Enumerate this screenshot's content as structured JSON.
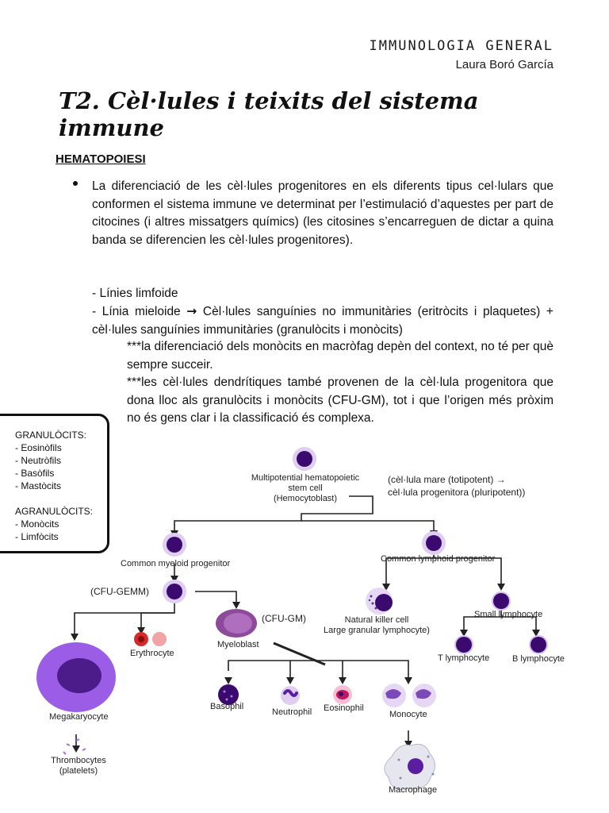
{
  "header": {
    "course": "IMMUNOLOGIA GENERAL",
    "author": "Laura Boró García"
  },
  "title": "T2. Cèl·lules i teixits del sistema immune",
  "section": "HEMATOPOIESI",
  "paragraph": "La diferenciació de les cèl·lules progenitores en els diferents tipus cel·lulars que conformen el sistema immune ve determinat per l’estimulació d’aquestes per part de citocines (i altres missatgers químics) (les citosines s’encarreguen de dictar a quina banda se diferencien les cèl·lules progenitores).",
  "lines": {
    "lymphoid": "-  Línies limfoide",
    "myeloid_prefix": "- Línia mieloide",
    "arrow": "→",
    "myeloid_text": "Cèl·lules sanguínies no immunitàries (eritròcits i plaquetes) + cèl·lules sanguínies immunitàries (granulòcits i monòcits)"
  },
  "notes": {
    "note1": "***la diferenciació dels monòcits en macròfag depèn del context, no té per què sempre succeir.",
    "note2": "***les cèl·lules dendrítiques també provenen de la cèl·lula progenitora que dona lloc als granulòcits i monòcits (CFU-GM), tot i que l’origen més pròxim no és gens clar i la classificació és complexa."
  },
  "legend": {
    "granulocytes_title": "GRANULÒCITS:",
    "granulocytes": [
      "- Eosinòfils",
      "- Neutròfils",
      "- Basòfils",
      "- Mastòcits"
    ],
    "agranulocytes_title": "AGRANULÒCITS:",
    "agranulocytes": [
      "- Monòcits",
      "- Limfòcits"
    ]
  },
  "diagram": {
    "stem_cell": [
      "Multipotential hematopoietic",
      "stem cell",
      "(Hemocytoblast)"
    ],
    "stem_note": [
      "(cèl·lula mare (totipotent) →",
      "cèl·lula progenitora (pluripotent))"
    ],
    "myeloid_progenitor": "Common myeloid progenitor",
    "lymphoid_progenitor": "Common lymphoid progenitor",
    "cfu_gemm": "(CFU-GEMM)",
    "cfu_gm": "(CFU-GM)",
    "myeloblast": "Myeloblast",
    "nk_cell": [
      "Natural killer cell",
      "Large granular lymphocyte)"
    ],
    "small_lymphocyte": "Small lymphocyte",
    "t_lymphocyte": "T lymphocyte",
    "b_lymphocyte": "B lymphocyte",
    "erythrocyte": "Erythrocyte",
    "megakaryocyte": "Megakaryocyte",
    "thrombocytes": [
      "Thrombocytes",
      "(platelets)"
    ],
    "basophil": "Basophil",
    "neutrophil": "Neutrophil",
    "eosinophil": "Eosinophil",
    "monocyte": "Monocyte",
    "macrophage": "Macrophage"
  },
  "colors": {
    "nucleus": "#3a0a6e",
    "cytoplasm": "#c8a6e6",
    "erythrocyte": "#d42a2a",
    "megakaryocyte": "#9b5de5",
    "myeloblast": "#8e4a9a"
  }
}
